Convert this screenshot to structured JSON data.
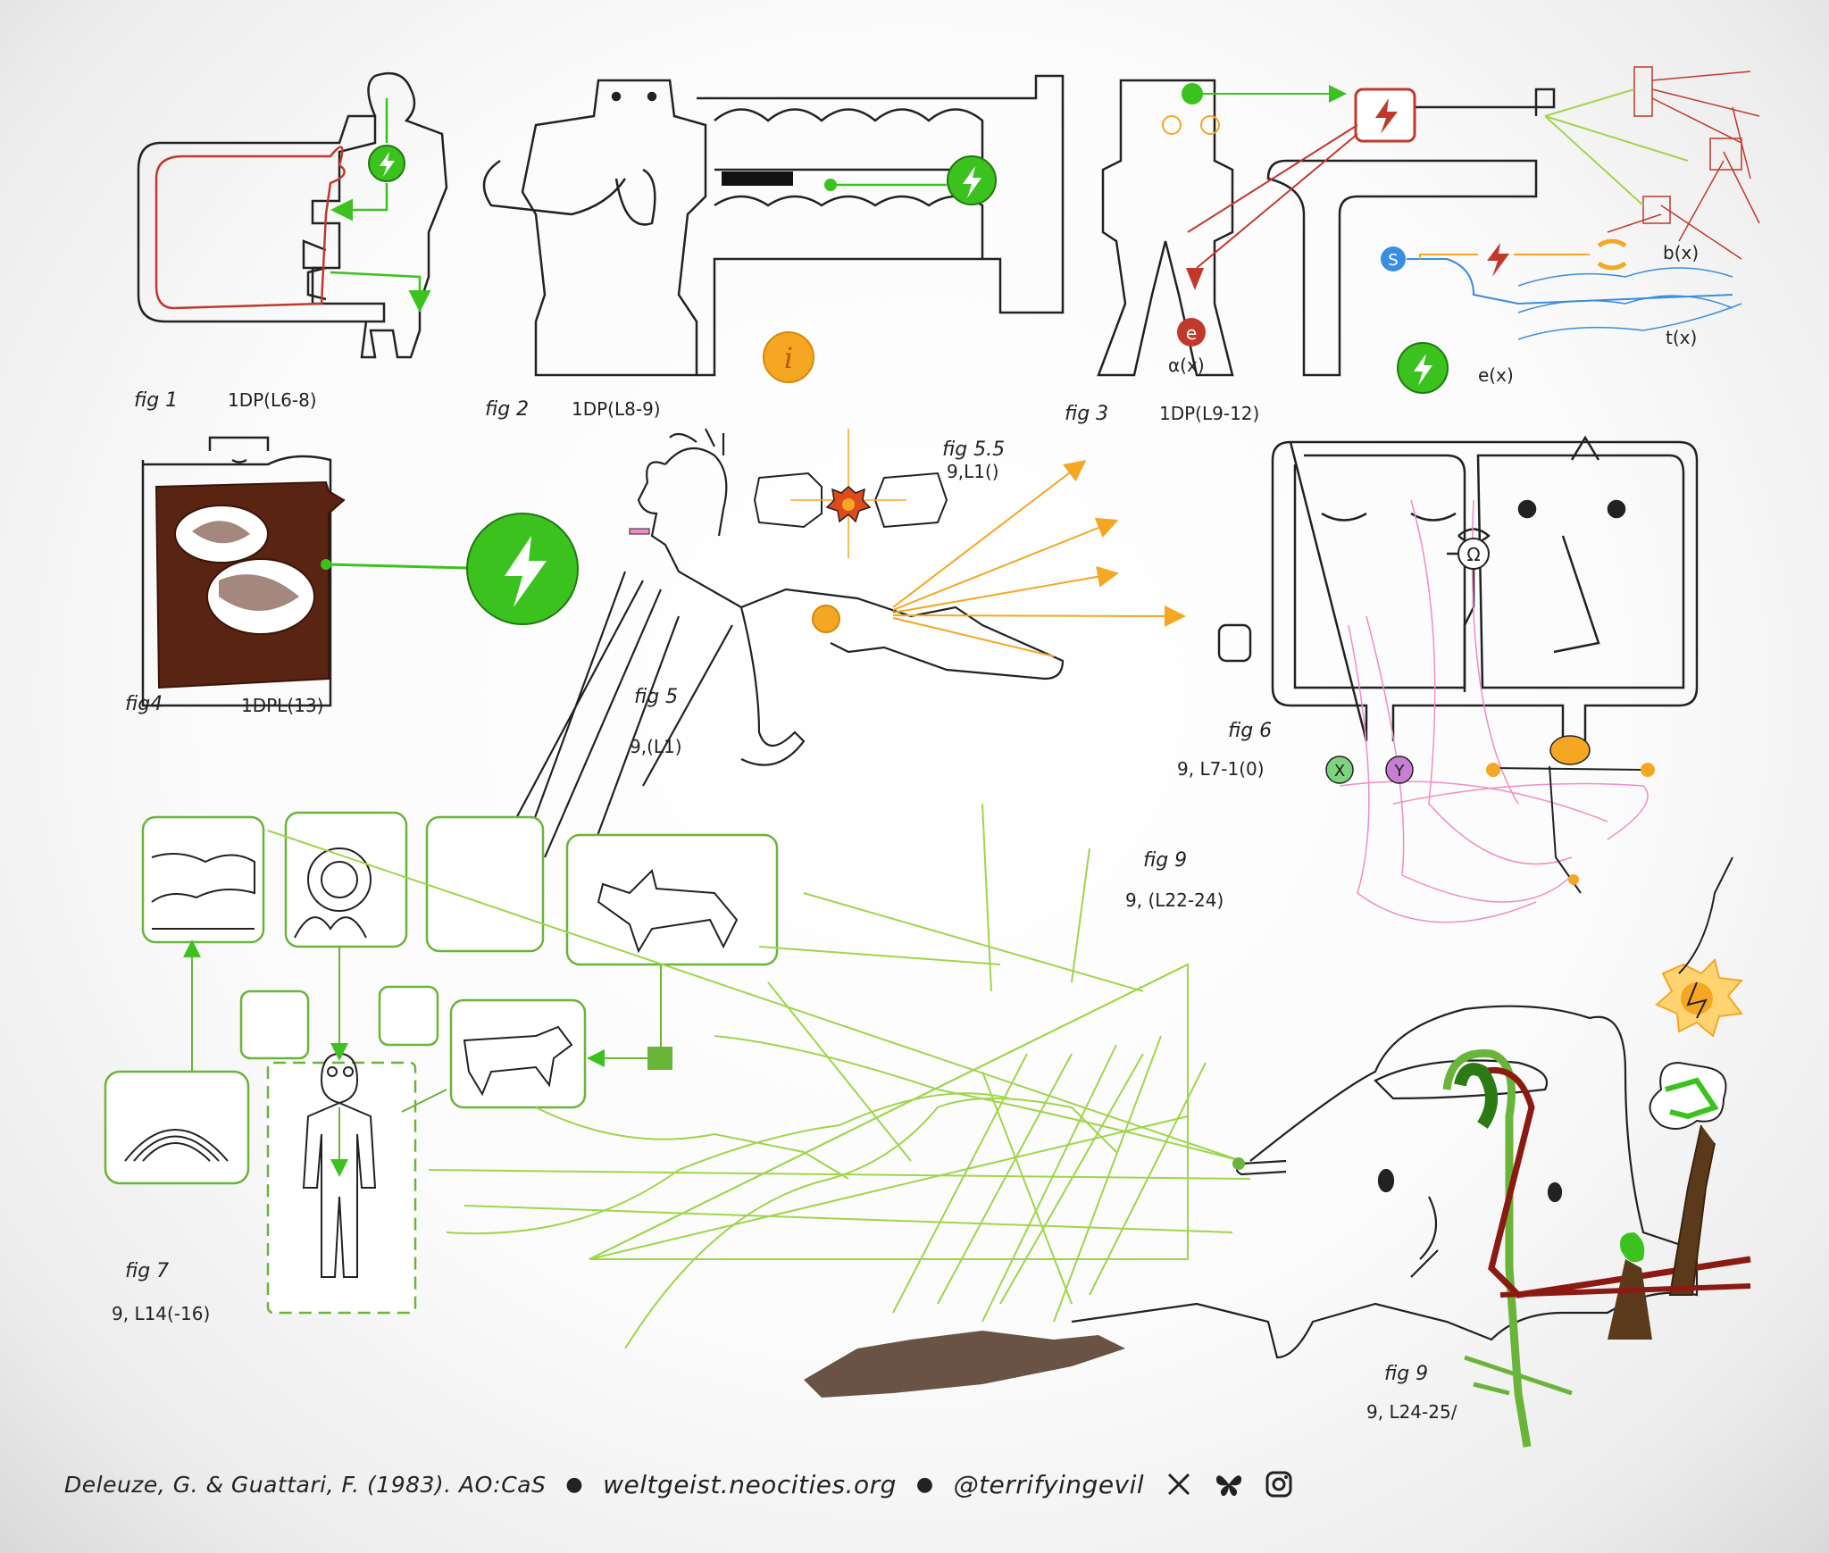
{
  "figures": {
    "fig1": {
      "label": "fig 1",
      "ref": "1DP(L6-8)"
    },
    "fig2": {
      "label": "fig 2",
      "ref": "1DP(L8-9)"
    },
    "fig3": {
      "label": "fig 3",
      "ref": "1DP(L9-12)",
      "alpha": "α(x)",
      "b": "b(x)",
      "t": "t(x)",
      "e": "e(x)"
    },
    "fig4": {
      "label": "fig4",
      "ref": "1DPL(13)"
    },
    "fig5": {
      "label": "fig 5",
      "ref": "9,(L1)"
    },
    "fig55": {
      "label": "fig 5.5",
      "ref": "9,L1()"
    },
    "fig6": {
      "label": "fig 6",
      "ref": "9, L7-1(0)"
    },
    "fig7": {
      "label": "fig 7",
      "ref": "9, L14(-16)"
    },
    "fig9a": {
      "label": "fig 9",
      "ref": "9, (L22-24)"
    },
    "fig9b": {
      "label": "fig 9",
      "ref": "9, L24-25/"
    }
  },
  "footer": {
    "citation": "Deleuze, G. & Guattari, F. (1983). AO:CaS",
    "site": "weltgeist.neocities.org",
    "handle": "@terrifyingevil",
    "icons": [
      "x-icon",
      "butterfly-icon",
      "instagram-icon"
    ]
  },
  "colors": {
    "ink": "#222222",
    "green": "#3cc21e",
    "lime": "#9ed64a",
    "orange": "#f5a623",
    "red": "#c0392b",
    "brown": "#5a2412",
    "pink": "#f08cc8",
    "blue": "#3a8de0"
  }
}
